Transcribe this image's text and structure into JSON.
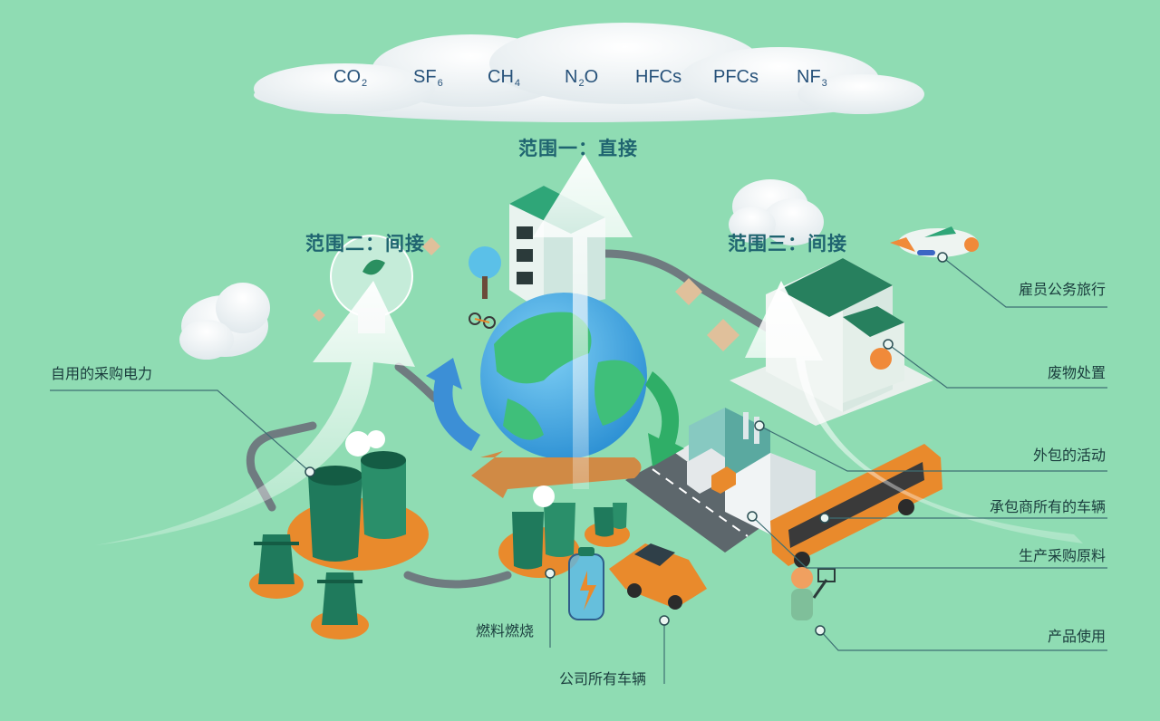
{
  "greenhouse_gases": [
    {
      "base": "CO",
      "sub": "2"
    },
    {
      "base": "SF",
      "sub": "6"
    },
    {
      "base": "CH",
      "sub": "4"
    },
    {
      "base": "N",
      "sub": "2",
      "tail": "O"
    },
    {
      "base": "HFCs",
      "sub": ""
    },
    {
      "base": "PFCs",
      "sub": ""
    },
    {
      "base": "NF",
      "sub": "3"
    }
  ],
  "scopes": {
    "scope1": "范围一：直接",
    "scope2": "范围二：间接",
    "scope3": "范围三：间接"
  },
  "labels": {
    "purchased_electricity": "自用的采购电力",
    "business_travel": "雇员公务旅行",
    "waste_disposal": "废物处置",
    "outsourced_activities": "外包的活动",
    "contractor_vehicles": "承包商所有的车辆",
    "purchased_materials": "生产采购原料",
    "product_use": "产品使用",
    "fuel_combustion": "燃料燃烧",
    "company_vehicles": "公司所有车辆"
  },
  "colors": {
    "background": "#8fdcb3",
    "road": "#6f7b80",
    "leader_line": "#3d6f73",
    "arrow": "#f2fbf7",
    "accent_orange": "#e98a2c",
    "factory_green": "#1f7a5c",
    "earth_blue": "#4fb0e6"
  }
}
